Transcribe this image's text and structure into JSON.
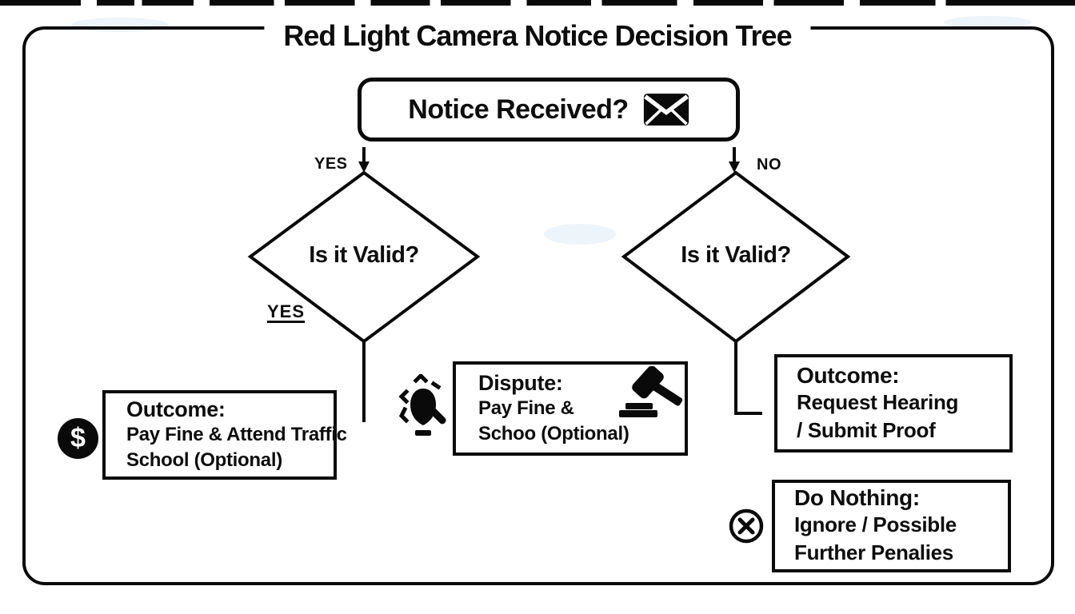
{
  "colors": {
    "ink": "#0a0a0a",
    "background": "#ffffff"
  },
  "title": "Red Light Camera Notice Decision Tree",
  "root": {
    "label": "Notice Received?",
    "icon": "envelope-icon"
  },
  "branch_labels": {
    "yes": "YES",
    "no": "NO",
    "yes_valid": "YES"
  },
  "diamonds": {
    "left": "Is it Valid?",
    "right": "Is it Valid?"
  },
  "boxes": {
    "outcome_pay": {
      "heading": "Outcome:",
      "line1": "Pay Fine & Attend Traffic",
      "line2": "School (Optional)",
      "icon": "dollar-icon",
      "icon_glyph": "$"
    },
    "dispute": {
      "heading": "Dispute:",
      "line1": "Pay Fine &",
      "line2": "Schoo (Optional)",
      "icons": [
        "alert-icon",
        "gavel-icon"
      ]
    },
    "outcome_hearing": {
      "heading": "Outcome:",
      "line1": "Request Hearing",
      "line2": "/ Submit Proof"
    },
    "do_nothing": {
      "heading": "Do Nothing:",
      "line1": "Ignore / Possible",
      "line2": "Further Penalies",
      "icon": "circle-x-icon"
    }
  }
}
